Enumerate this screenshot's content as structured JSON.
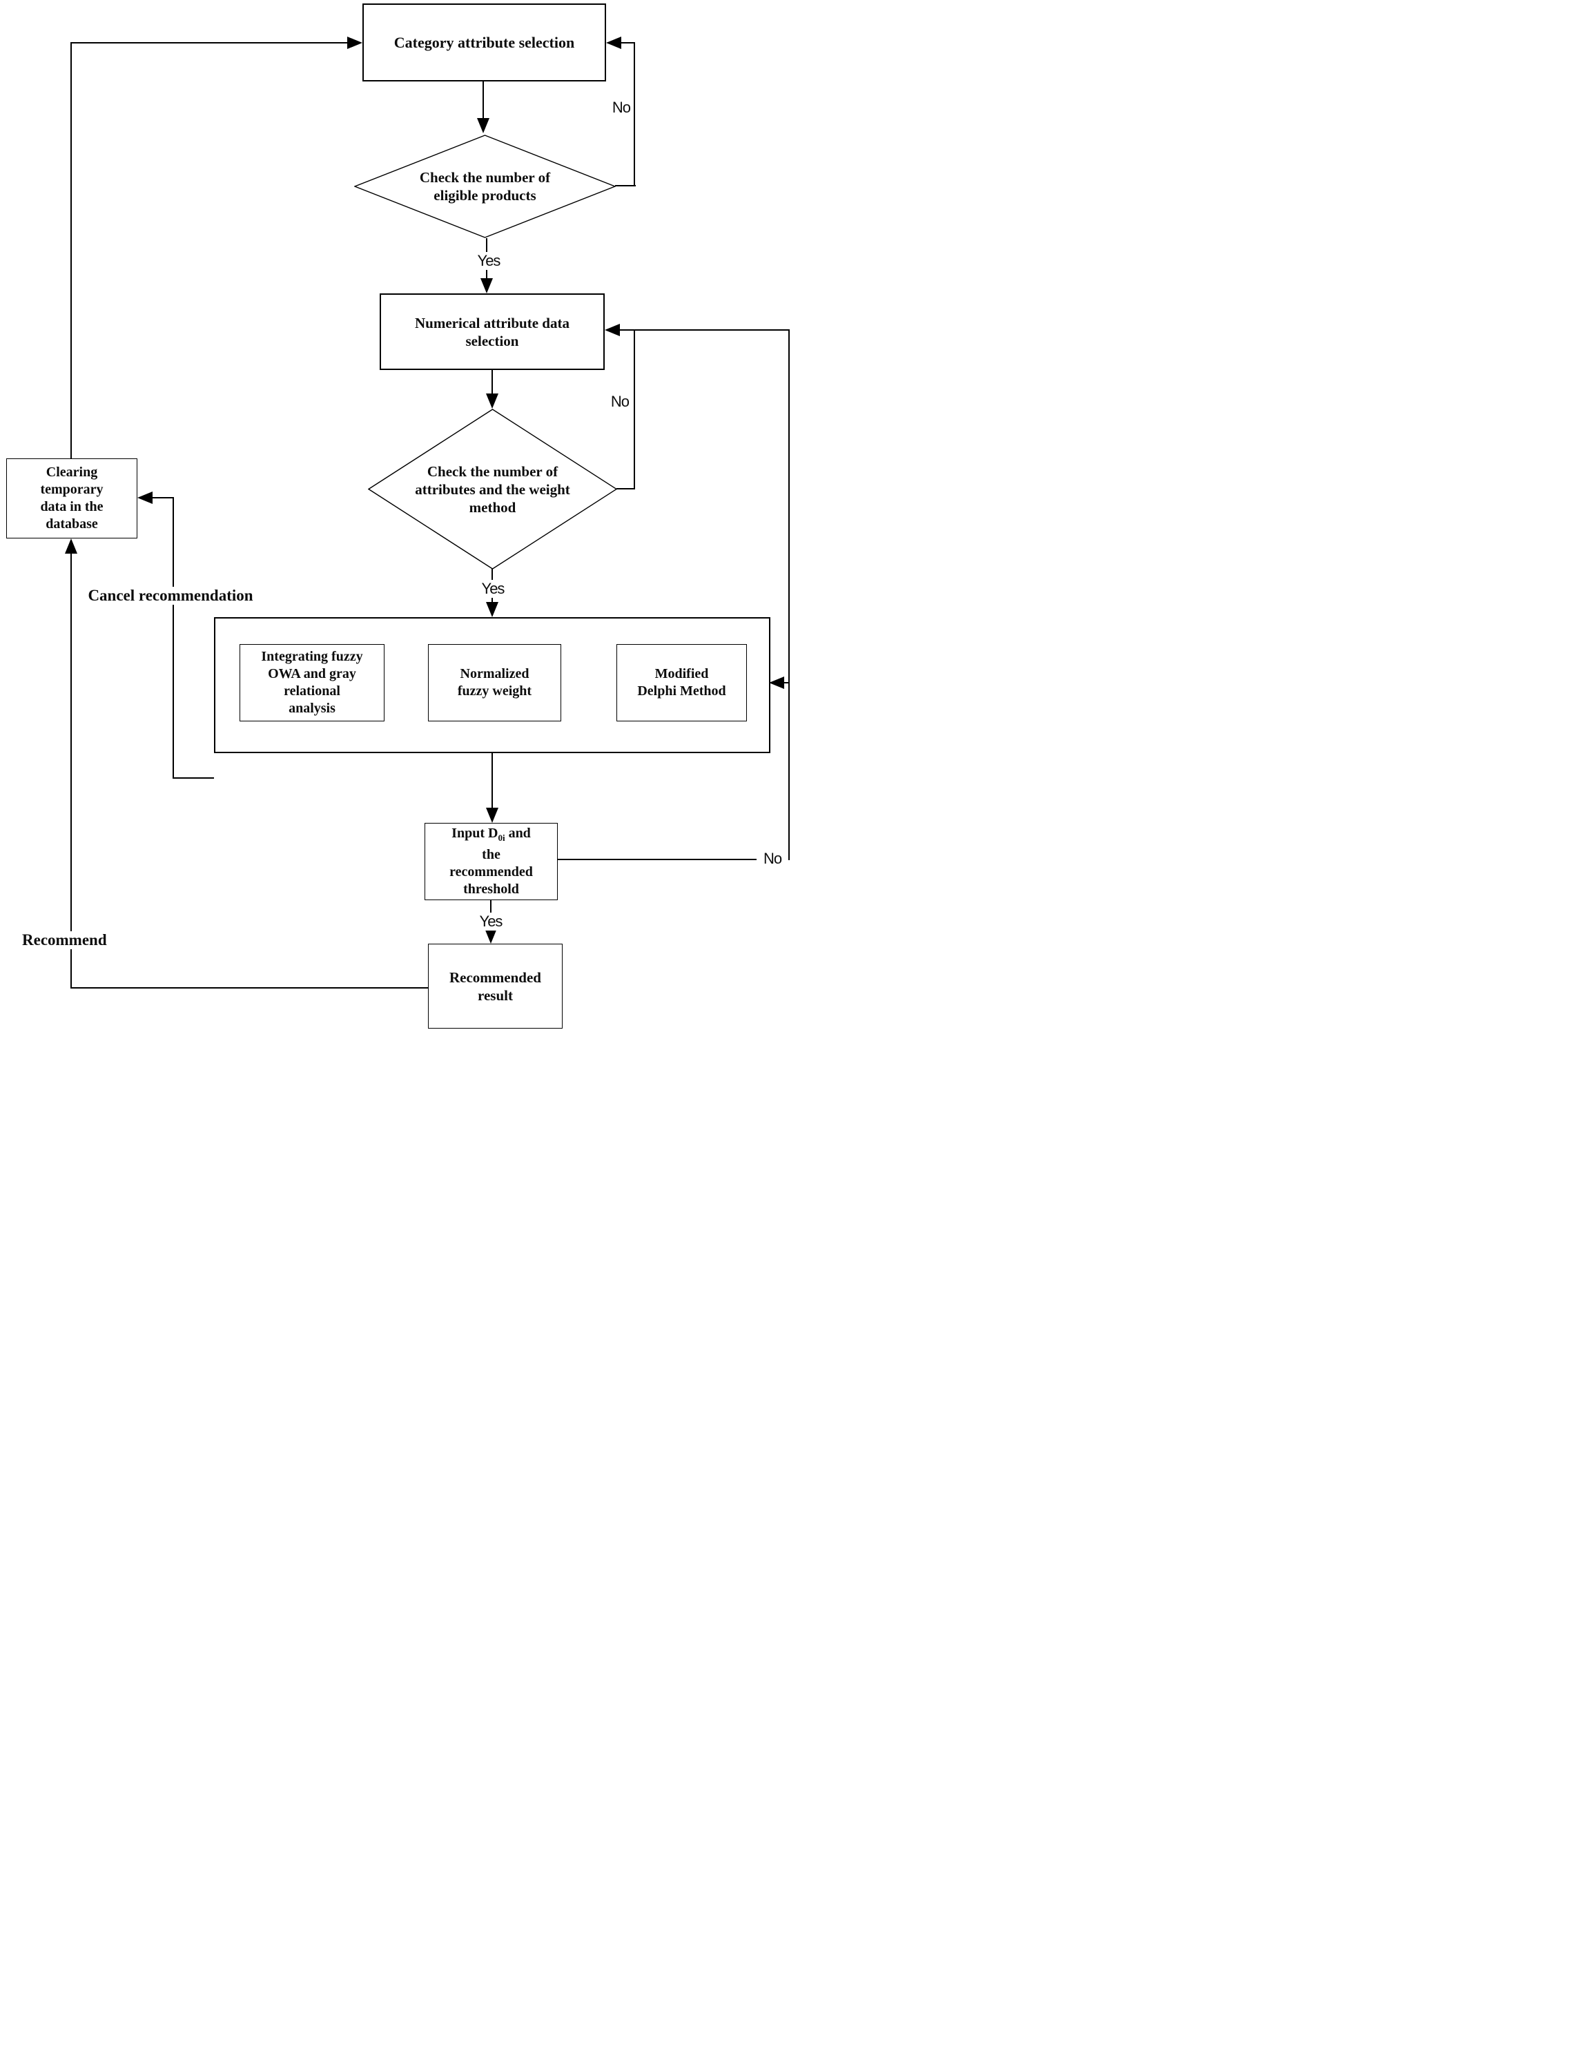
{
  "colors": {
    "line": "#000000",
    "background": "#ffffff",
    "text": "#0d0d0d"
  },
  "nodes": {
    "category": {
      "label": "Category attribute selection"
    },
    "check_products": {
      "label": "Check the number of\neligible products"
    },
    "numerical": {
      "label": "Numerical attribute data\nselection"
    },
    "check_attributes": {
      "label": "Check the number of\nattributes and the weight\nmethod"
    },
    "integrating_owa": {
      "label": "Integrating fuzzy\nOWA and gray\nrelational\nanalysis"
    },
    "normalized_weight": {
      "label": "Normalized\nfuzzy weight"
    },
    "modified_delphi": {
      "label": "Modified\nDelphi Method"
    },
    "input_threshold": {
      "prefix": "Input D",
      "subscript": "0i",
      "suffix": " and",
      "rest": "the\nrecommended\nthreshold"
    },
    "recommended_result": {
      "label": "Recommended\nresult"
    },
    "clearing_data": {
      "label": "Clearing\ntemporary\ndata in the\ndatabase"
    }
  },
  "edge_labels": {
    "yes_products": "Yes",
    "no_products": "No",
    "yes_attributes": "Yes",
    "no_attributes": "No",
    "yes_threshold": "Yes",
    "no_threshold": "No",
    "recommend": "Recommend",
    "cancel": "Cancel recommendation"
  }
}
